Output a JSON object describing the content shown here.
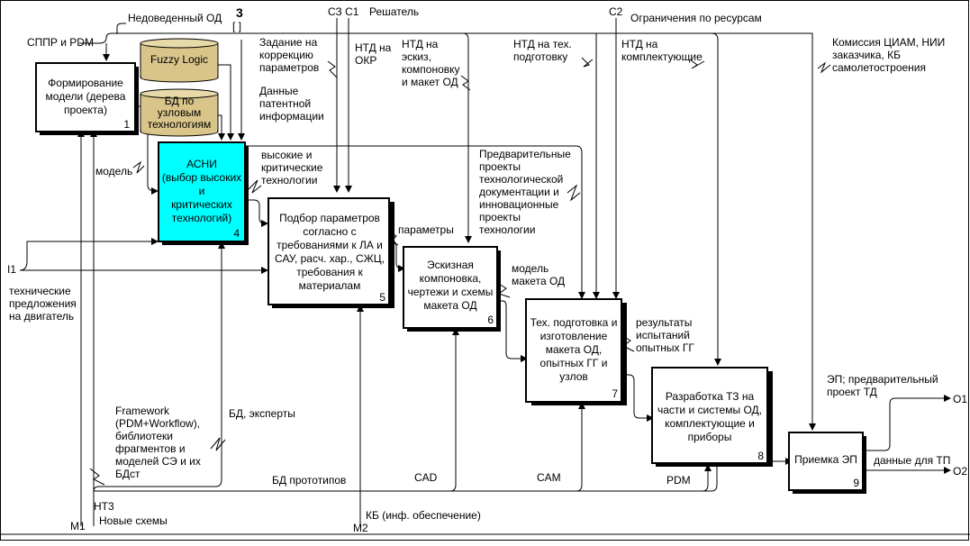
{
  "diagram": {
    "number_label": "3",
    "bracket_label": "[ ]",
    "boxes": [
      {
        "id": "b1",
        "lines": [
          "Формирование",
          "модели (дерева",
          "проекта)"
        ],
        "num": "1"
      },
      {
        "id": "b4",
        "lines": [
          "АСНИ",
          "(выбор высоких",
          "и",
          "критических",
          "технологий)"
        ],
        "num": "4"
      },
      {
        "id": "b5",
        "lines": [
          "Подбор параметров",
          "согласно с",
          "требованиями к ЛА и",
          "САУ, расч. хар., СЖЦ,",
          "требования к",
          "материалам"
        ],
        "num": "5"
      },
      {
        "id": "b6",
        "lines": [
          "Эскизная",
          "компоновка,",
          "чертежи и схемы",
          "макета ОД"
        ],
        "num": "6"
      },
      {
        "id": "b7",
        "lines": [
          "Тех. подготовка и",
          "изготовление",
          "макета ОД,",
          "опытных ГГ и",
          "узлов"
        ],
        "num": "7"
      },
      {
        "id": "b8",
        "lines": [
          "Разработка ТЗ на",
          "части и системы ОД,",
          "комплектующие и",
          "приборы"
        ],
        "num": "8"
      },
      {
        "id": "b9",
        "lines": [
          "Приемка ЭП"
        ],
        "num": "9"
      }
    ],
    "databases": [
      {
        "id": "fuzzy",
        "lines": [
          "Fuzzy Logic"
        ]
      },
      {
        "id": "bd",
        "lines": [
          "БД по",
          "узловым",
          "технологиям"
        ]
      }
    ],
    "labels": [
      {
        "id": "nedoved",
        "lines": [
          "Недоведенный ОД"
        ]
      },
      {
        "id": "sc1",
        "lines": [
          "СЗ С1"
        ]
      },
      {
        "id": "reshatel",
        "lines": [
          "Решатель"
        ]
      },
      {
        "id": "c2",
        "lines": [
          "С2"
        ]
      },
      {
        "id": "ogran",
        "lines": [
          "Ограничения по ресурсам"
        ]
      },
      {
        "id": "sppr",
        "lines": [
          "СППР и PDM"
        ]
      },
      {
        "id": "zadanie",
        "lines": [
          "Задание на",
          "коррекцию",
          "параметров"
        ]
      },
      {
        "id": "ntd_okr",
        "lines": [
          "НТД на",
          "ОКР"
        ]
      },
      {
        "id": "ntd_esk",
        "lines": [
          "НТД на",
          "эскиз,",
          "компоновку",
          "и макет ОД"
        ]
      },
      {
        "id": "ntd_tech",
        "lines": [
          "НТД на тех.",
          "подготовку"
        ]
      },
      {
        "id": "ntd_kompl",
        "lines": [
          "НТД на",
          "комплектующие"
        ]
      },
      {
        "id": "komissia",
        "lines": [
          "Комиссия ЦИАМ, НИИ",
          "заказчика, КБ",
          "самолетостроения"
        ]
      },
      {
        "id": "dannye",
        "lines": [
          "Данные",
          "патентной",
          "информации"
        ]
      },
      {
        "id": "model",
        "lines": [
          "модель"
        ]
      },
      {
        "id": "vysokie",
        "lines": [
          "высокие и",
          "критические",
          "технологии"
        ]
      },
      {
        "id": "predv",
        "lines": [
          "Предварительные",
          "проекты",
          "технологической",
          "документации и",
          "инновационные",
          "проекты",
          "технологии"
        ]
      },
      {
        "id": "i1",
        "lines": [
          "I1"
        ]
      },
      {
        "id": "tehpred",
        "lines": [
          "технические",
          "предложения",
          "на двигатель"
        ]
      },
      {
        "id": "parametry",
        "lines": [
          "параметры"
        ]
      },
      {
        "id": "model_makrta",
        "lines": [
          "модель",
          "макета ОД"
        ]
      },
      {
        "id": "rezult",
        "lines": [
          "результаты",
          "испытаний",
          "опытных ГГ"
        ]
      },
      {
        "id": "ep_pred",
        "lines": [
          "ЭП; предварительный",
          "проект ТД"
        ]
      },
      {
        "id": "o1",
        "lines": [
          "O1"
        ]
      },
      {
        "id": "dannye_tp",
        "lines": [
          "данные для ТП"
        ]
      },
      {
        "id": "o2",
        "lines": [
          "O2"
        ]
      },
      {
        "id": "framework",
        "lines": [
          "Framework",
          "(PDM+Workflow),",
          "библиотеки",
          "фрагментов и",
          "моделей СЭ и их",
          "БДст"
        ]
      },
      {
        "id": "bd_experty",
        "lines": [
          "БД, эксперты"
        ]
      },
      {
        "id": "bd_proto",
        "lines": [
          "БД прототипов"
        ]
      },
      {
        "id": "cad",
        "lines": [
          "CAD"
        ]
      },
      {
        "id": "cam",
        "lines": [
          "CAM"
        ]
      },
      {
        "id": "pdm",
        "lines": [
          "PDM"
        ]
      },
      {
        "id": "nt3",
        "lines": [
          "НТ3"
        ]
      },
      {
        "id": "m1",
        "lines": [
          "M1"
        ]
      },
      {
        "id": "novye",
        "lines": [
          "Новые схемы"
        ]
      },
      {
        "id": "kb",
        "lines": [
          "КБ (инф. обеспечение)"
        ]
      },
      {
        "id": "m2",
        "lines": [
          "M2"
        ]
      }
    ]
  }
}
